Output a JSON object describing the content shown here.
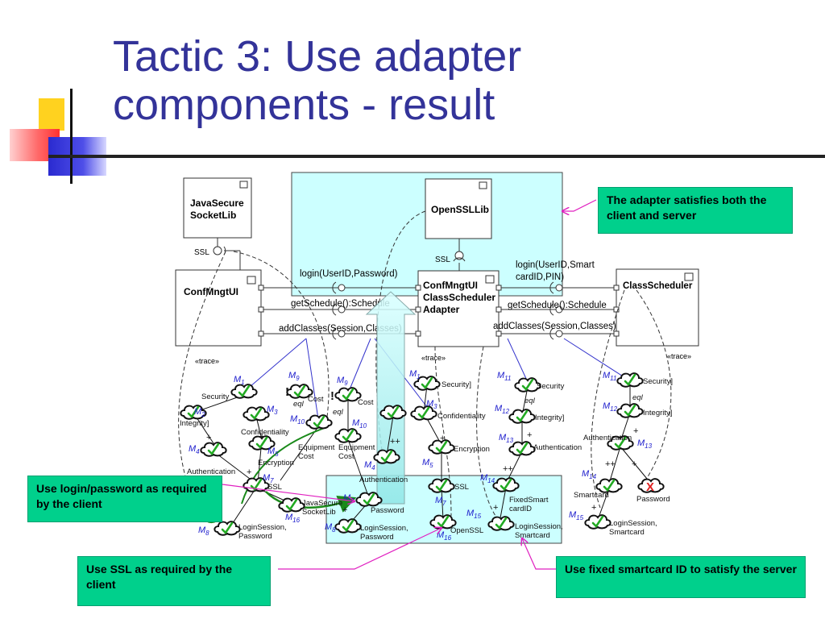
{
  "title": {
    "line1": "Tactic 3: Use adapter",
    "line2": "components - result"
  },
  "callouts": {
    "adapter": "The adapter satisfies both the client and server",
    "login": "Use login/password as required by the client",
    "ssl": "Use SSL as required by the client",
    "smartcard": "Use fixed smartcard ID to satisfy the server"
  },
  "components": {
    "java_secure": [
      "JavaSecure",
      "SocketLib"
    ],
    "openssl": "OpenSSLLib",
    "conf_ui": "ConfMngtUI",
    "adapter": [
      "ConfMngtUI",
      "ClassScheduler",
      "Adapter"
    ],
    "class_scheduler": "ClassScheduler"
  },
  "interfaces": {
    "ssl_left": "SSL",
    "ssl_right": "SSL",
    "login_left": "login(UserID,Password)",
    "login_right": [
      "login(UserID,Smart",
      "cardID,PIN)"
    ],
    "schedule_left": "getSchedule():Schedule",
    "schedule_right": "getSchedule():Schedule",
    "classes_left": "addClasses(Session,Classes)",
    "classes_right": "addClasses(Session,Classes)"
  },
  "trace_label": "«trace»",
  "goal_labels": {
    "security": "Security",
    "security_b": "Security]",
    "integrity": "Integrity]",
    "confidentiality": "Confidentiality",
    "authentication": "Authentication",
    "encryption": "Encryption",
    "ssl": "SSL",
    "password": "Password",
    "login_session": [
      "LoginSession,",
      "Password"
    ],
    "java_secure": [
      "JavaSecure",
      "SocketLib"
    ],
    "cost": "Cost",
    "equipment_cost": [
      "Equipment",
      "Cost"
    ],
    "openssl": "OpenSSL",
    "fixed_smart": [
      "FixedSmart",
      "cardID"
    ],
    "login_smart": [
      "LoginSession,",
      "Smartcard"
    ],
    "smartcard": "Smartcard",
    "eql": "eql",
    "bang": "!",
    "plus": "+",
    "plusplus": "++",
    "x_mark": "X"
  },
  "mlabels": {
    "m1": "M",
    "s1": "1",
    "s2": "2",
    "s3": "3",
    "s4": "4",
    "s5": "5",
    "s6": "6",
    "s7": "7",
    "s8": "8",
    "s9": "9",
    "s10": "10",
    "s11": "11",
    "s12": "12",
    "s13": "13",
    "s14": "14",
    "s15": "15",
    "s16": "16"
  },
  "colors": {
    "title": "#333399",
    "callout": "#00d08c",
    "adapter_fill": "#ccffff",
    "m_label": "#1a1acc",
    "check": "#22aa22",
    "pointer": "#e020c0",
    "arrow_green": "#1a8a1a",
    "trace_line": "#3333cc",
    "denied": "#e02020"
  }
}
